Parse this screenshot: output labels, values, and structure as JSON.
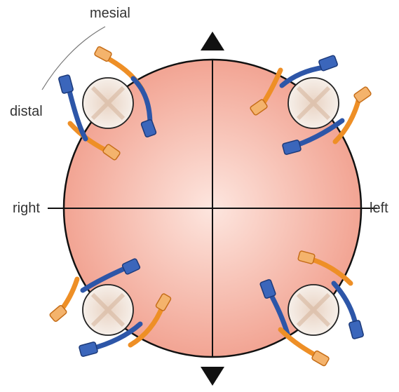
{
  "labels": {
    "mesial": "mesial",
    "distal": "distal",
    "right": "right",
    "left": "left"
  },
  "colors": {
    "circle_fill": "#f4a89a",
    "circle_center": "#fbe3dc",
    "outline": "#111111",
    "brush_orange": "#f0962e",
    "brush_blue": "#2a4f9e",
    "tooth_fill": "#f3ece6"
  },
  "icons": {
    "arrow_up": "triangle-up-icon",
    "arrow_down": "triangle-down-icon"
  }
}
